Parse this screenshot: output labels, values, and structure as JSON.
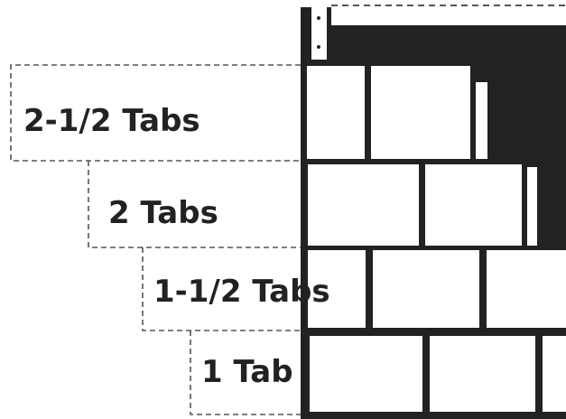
{
  "labels": {
    "two_and_half_tabs": "2-1/2 Tabs",
    "two_tabs": "2 Tabs",
    "one_and_half_tabs": "1-1/2 Tabs",
    "one_tab": "1 Tab"
  },
  "colors": {
    "ink": "#222222",
    "shingle": "#ffffff",
    "dash": "#555555"
  }
}
